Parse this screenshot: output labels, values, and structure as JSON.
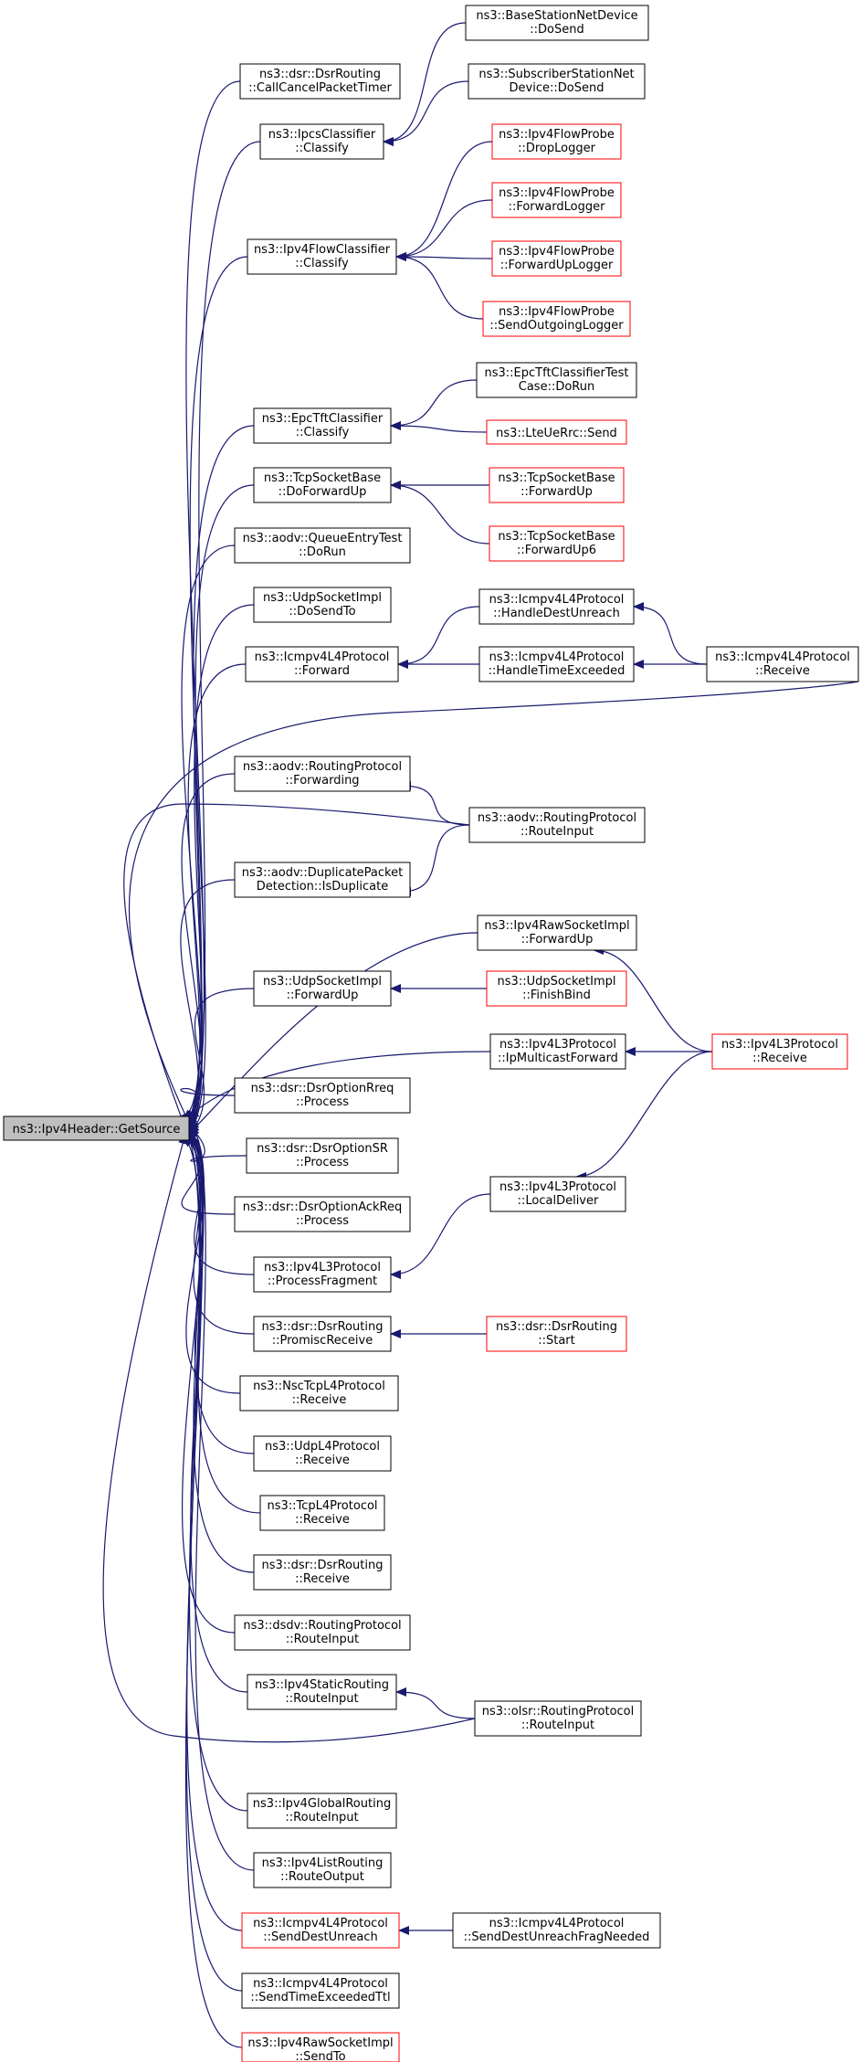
{
  "graph": {
    "root": {
      "id": "root",
      "lines": [
        "ns3::Ipv4Header::GetSource"
      ]
    },
    "nodes": [
      {
        "id": "n_dsr_cancel",
        "lines": [
          "ns3::dsr::DsrRouting",
          "::CallCancelPacketTimer"
        ],
        "border": "black"
      },
      {
        "id": "n_ipcs",
        "lines": [
          "ns3::IpcsClassifier",
          "::Classify"
        ],
        "border": "black"
      },
      {
        "id": "n_bs_dosend",
        "lines": [
          "ns3::BaseStationNetDevice",
          "::DoSend"
        ],
        "border": "black"
      },
      {
        "id": "n_ss_dosend",
        "lines": [
          "ns3::SubscriberStationNet",
          "Device::DoSend"
        ],
        "border": "black"
      },
      {
        "id": "n_flowcls",
        "lines": [
          "ns3::Ipv4FlowClassifier",
          "::Classify"
        ],
        "border": "black"
      },
      {
        "id": "n_fp_drop",
        "lines": [
          "ns3::Ipv4FlowProbe",
          "::DropLogger"
        ],
        "border": "red"
      },
      {
        "id": "n_fp_fwd",
        "lines": [
          "ns3::Ipv4FlowProbe",
          "::ForwardLogger"
        ],
        "border": "red"
      },
      {
        "id": "n_fp_fwdup",
        "lines": [
          "ns3::Ipv4FlowProbe",
          "::ForwardUpLogger"
        ],
        "border": "red"
      },
      {
        "id": "n_fp_send",
        "lines": [
          "ns3::Ipv4FlowProbe",
          "::SendOutgoingLogger"
        ],
        "border": "red"
      },
      {
        "id": "n_epc",
        "lines": [
          "ns3::EpcTftClassifier",
          "::Classify"
        ],
        "border": "black"
      },
      {
        "id": "n_epc_test",
        "lines": [
          "ns3::EpcTftClassifierTest",
          "Case::DoRun"
        ],
        "border": "black"
      },
      {
        "id": "n_lte_send",
        "lines": [
          "ns3::LteUeRrc::Send"
        ],
        "border": "red"
      },
      {
        "id": "n_tcp_dofwd",
        "lines": [
          "ns3::TcpSocketBase",
          "::DoForwardUp"
        ],
        "border": "black"
      },
      {
        "id": "n_tcp_fwdup",
        "lines": [
          "ns3::TcpSocketBase",
          "::ForwardUp"
        ],
        "border": "red"
      },
      {
        "id": "n_tcp_fwdup6",
        "lines": [
          "ns3::TcpSocketBase",
          "::ForwardUp6"
        ],
        "border": "red"
      },
      {
        "id": "n_aodv_qet",
        "lines": [
          "ns3::aodv::QueueEntryTest",
          "::DoRun"
        ],
        "border": "black"
      },
      {
        "id": "n_udp_dosendto",
        "lines": [
          "ns3::UdpSocketImpl",
          "::DoSendTo"
        ],
        "border": "black"
      },
      {
        "id": "n_icmp_fwd",
        "lines": [
          "ns3::Icmpv4L4Protocol",
          "::Forward"
        ],
        "border": "black"
      },
      {
        "id": "n_icmp_hdu",
        "lines": [
          "ns3::Icmpv4L4Protocol",
          "::HandleDestUnreach"
        ],
        "border": "black"
      },
      {
        "id": "n_icmp_hte",
        "lines": [
          "ns3::Icmpv4L4Protocol",
          "::HandleTimeExceeded"
        ],
        "border": "black"
      },
      {
        "id": "n_icmp_recv",
        "lines": [
          "ns3::Icmpv4L4Protocol",
          "::Receive"
        ],
        "border": "black"
      },
      {
        "id": "n_aodv_fwding",
        "lines": [
          "ns3::aodv::RoutingProtocol",
          "::Forwarding"
        ],
        "border": "black"
      },
      {
        "id": "n_aodv_ri",
        "lines": [
          "ns3::aodv::RoutingProtocol",
          "::RouteInput"
        ],
        "border": "black"
      },
      {
        "id": "n_aodv_dup",
        "lines": [
          "ns3::aodv::DuplicatePacket",
          "Detection::IsDuplicate"
        ],
        "border": "black"
      },
      {
        "id": "n_raw_fwdup",
        "lines": [
          "ns3::Ipv4RawSocketImpl",
          "::ForwardUp"
        ],
        "border": "black"
      },
      {
        "id": "n_udp_fwdup",
        "lines": [
          "ns3::UdpSocketImpl",
          "::ForwardUp"
        ],
        "border": "black"
      },
      {
        "id": "n_udp_finish",
        "lines": [
          "ns3::UdpSocketImpl",
          "::FinishBind"
        ],
        "border": "red"
      },
      {
        "id": "n_l3_mcast",
        "lines": [
          "ns3::Ipv4L3Protocol",
          "::IpMulticastForward"
        ],
        "border": "black"
      },
      {
        "id": "n_l3_recv",
        "lines": [
          "ns3::Ipv4L3Protocol",
          "::Receive"
        ],
        "border": "red"
      },
      {
        "id": "n_dsr_rreq",
        "lines": [
          "ns3::dsr::DsrOptionRreq",
          "::Process"
        ],
        "border": "black"
      },
      {
        "id": "n_dsr_sr",
        "lines": [
          "ns3::dsr::DsrOptionSR",
          "::Process"
        ],
        "border": "black"
      },
      {
        "id": "n_dsr_ackreq",
        "lines": [
          "ns3::dsr::DsrOptionAckReq",
          "::Process"
        ],
        "border": "black"
      },
      {
        "id": "n_l3_local",
        "lines": [
          "ns3::Ipv4L3Protocol",
          "::LocalDeliver"
        ],
        "border": "black"
      },
      {
        "id": "n_l3_frag",
        "lines": [
          "ns3::Ipv4L3Protocol",
          "::ProcessFragment"
        ],
        "border": "black"
      },
      {
        "id": "n_dsr_promisc",
        "lines": [
          "ns3::dsr::DsrRouting",
          "::PromiscReceive"
        ],
        "border": "black"
      },
      {
        "id": "n_dsr_start",
        "lines": [
          "ns3::dsr::DsrRouting",
          "::Start"
        ],
        "border": "red"
      },
      {
        "id": "n_nsc_recv",
        "lines": [
          "ns3::NscTcpL4Protocol",
          "::Receive"
        ],
        "border": "black"
      },
      {
        "id": "n_udpl4_recv",
        "lines": [
          "ns3::UdpL4Protocol",
          "::Receive"
        ],
        "border": "black"
      },
      {
        "id": "n_tcpl4_recv",
        "lines": [
          "ns3::TcpL4Protocol",
          "::Receive"
        ],
        "border": "black"
      },
      {
        "id": "n_dsr_recv",
        "lines": [
          "ns3::dsr::DsrRouting",
          "::Receive"
        ],
        "border": "black"
      },
      {
        "id": "n_dsdv_ri",
        "lines": [
          "ns3::dsdv::RoutingProtocol",
          "::RouteInput"
        ],
        "border": "black"
      },
      {
        "id": "n_static_ri",
        "lines": [
          "ns3::Ipv4StaticRouting",
          "::RouteInput"
        ],
        "border": "black"
      },
      {
        "id": "n_olsr_ri",
        "lines": [
          "ns3::olsr::RoutingProtocol",
          "::RouteInput"
        ],
        "border": "black"
      },
      {
        "id": "n_global_ri",
        "lines": [
          "ns3::Ipv4GlobalRouting",
          "::RouteInput"
        ],
        "border": "black"
      },
      {
        "id": "n_list_ro",
        "lines": [
          "ns3::Ipv4ListRouting",
          "::RouteOutput"
        ],
        "border": "black"
      },
      {
        "id": "n_icmp_sdu",
        "lines": [
          "ns3::Icmpv4L4Protocol",
          "::SendDestUnreach"
        ],
        "border": "red"
      },
      {
        "id": "n_icmp_sdufn",
        "lines": [
          "ns3::Icmpv4L4Protocol",
          "::SendDestUnreachFragNeeded"
        ],
        "border": "black"
      },
      {
        "id": "n_icmp_ste",
        "lines": [
          "ns3::Icmpv4L4Protocol",
          "::SendTimeExceededTtl"
        ],
        "border": "black"
      },
      {
        "id": "n_raw_sendto",
        "lines": [
          "ns3::Ipv4RawSocketImpl",
          "::SendTo"
        ],
        "border": "red"
      }
    ],
    "edges": [
      [
        "n_dsr_cancel",
        "root"
      ],
      [
        "n_ipcs",
        "root"
      ],
      [
        "n_flowcls",
        "root"
      ],
      [
        "n_epc",
        "root"
      ],
      [
        "n_tcp_dofwd",
        "root"
      ],
      [
        "n_aodv_qet",
        "root"
      ],
      [
        "n_udp_dosendto",
        "root"
      ],
      [
        "n_icmp_fwd",
        "root"
      ],
      [
        "n_icmp_recv",
        "root"
      ],
      [
        "n_aodv_fwding",
        "root"
      ],
      [
        "n_aodv_ri",
        "root"
      ],
      [
        "n_aodv_dup",
        "root"
      ],
      [
        "n_raw_fwdup",
        "root"
      ],
      [
        "n_udp_fwdup",
        "root"
      ],
      [
        "n_l3_mcast",
        "root"
      ],
      [
        "n_dsr_rreq",
        "root"
      ],
      [
        "n_dsr_sr",
        "root"
      ],
      [
        "n_dsr_ackreq",
        "root"
      ],
      [
        "n_l3_frag",
        "root"
      ],
      [
        "n_dsr_promisc",
        "root"
      ],
      [
        "n_nsc_recv",
        "root"
      ],
      [
        "n_udpl4_recv",
        "root"
      ],
      [
        "n_tcpl4_recv",
        "root"
      ],
      [
        "n_dsr_recv",
        "root"
      ],
      [
        "n_dsdv_ri",
        "root"
      ],
      [
        "n_static_ri",
        "root"
      ],
      [
        "n_olsr_ri",
        "root"
      ],
      [
        "n_global_ri",
        "root"
      ],
      [
        "n_list_ro",
        "root"
      ],
      [
        "n_icmp_sdu",
        "root"
      ],
      [
        "n_icmp_ste",
        "root"
      ],
      [
        "n_raw_sendto",
        "root"
      ],
      [
        "n_bs_dosend",
        "n_ipcs"
      ],
      [
        "n_ss_dosend",
        "n_ipcs"
      ],
      [
        "n_fp_drop",
        "n_flowcls"
      ],
      [
        "n_fp_fwd",
        "n_flowcls"
      ],
      [
        "n_fp_fwdup",
        "n_flowcls"
      ],
      [
        "n_fp_send",
        "n_flowcls"
      ],
      [
        "n_epc_test",
        "n_epc"
      ],
      [
        "n_lte_send",
        "n_epc"
      ],
      [
        "n_tcp_fwdup",
        "n_tcp_dofwd"
      ],
      [
        "n_tcp_fwdup6",
        "n_tcp_dofwd"
      ],
      [
        "n_icmp_hdu",
        "n_icmp_fwd"
      ],
      [
        "n_icmp_hte",
        "n_icmp_fwd"
      ],
      [
        "n_icmp_recv",
        "n_icmp_hdu"
      ],
      [
        "n_icmp_recv",
        "n_icmp_hte"
      ],
      [
        "n_aodv_ri",
        "n_aodv_fwding"
      ],
      [
        "n_aodv_ri",
        "n_aodv_dup"
      ],
      [
        "n_l3_recv",
        "n_raw_fwdup"
      ],
      [
        "n_udp_finish",
        "n_udp_fwdup"
      ],
      [
        "n_l3_recv",
        "n_l3_mcast"
      ],
      [
        "n_l3_recv",
        "n_l3_local"
      ],
      [
        "n_l3_local",
        "n_l3_frag"
      ],
      [
        "n_dsr_start",
        "n_dsr_promisc"
      ],
      [
        "n_olsr_ri",
        "n_static_ri"
      ],
      [
        "n_icmp_sdufn",
        "n_icmp_sdu"
      ]
    ],
    "colors": {
      "edge": "#191970",
      "box_fill": "#ffffff",
      "root_fill": "#bfbfbf",
      "black_border": "#000000",
      "red_border": "#ff0000",
      "text": "#000000"
    }
  }
}
